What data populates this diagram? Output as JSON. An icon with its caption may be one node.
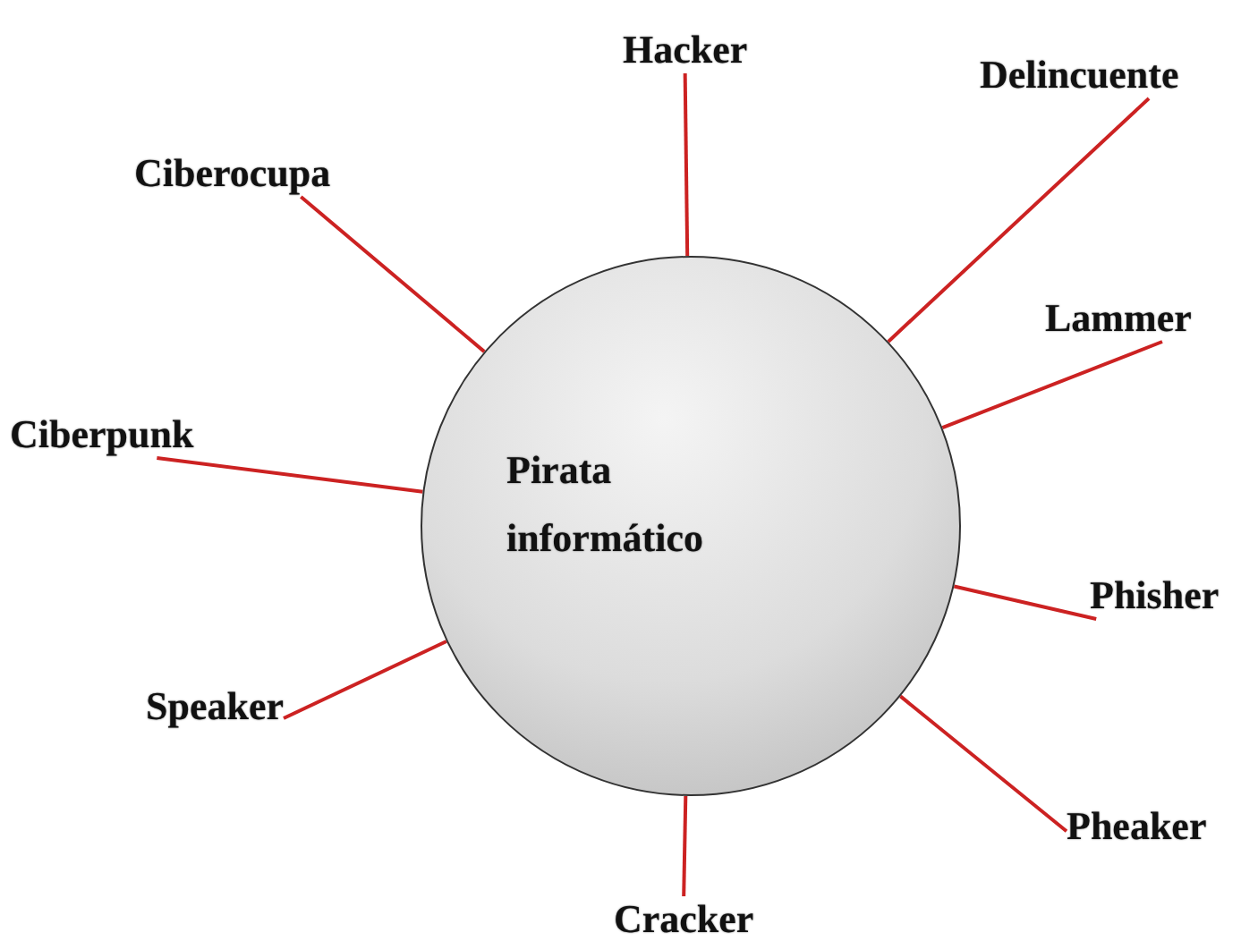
{
  "diagram": {
    "nodes": [
      {
        "text": [
          "Pirata informático"
        ]
      },
      {
        "text": [
          "Hacker"
        ]
      },
      {
        "text": [
          "Delincuente"
        ]
      },
      {
        "text": [
          "Ciberocupa"
        ]
      },
      {
        "text": [
          "Lammer"
        ]
      },
      {
        "text": [
          "Ciberpunk"
        ]
      },
      {
        "text": [
          "Phisher"
        ]
      },
      {
        "text": [
          "Speaker"
        ]
      },
      {
        "text": [
          "Pheaker"
        ]
      },
      {
        "text": [
          "Cracker"
        ]
      }
    ],
    "edges": [
      {
        "from": 0,
        "to": 1,
        "arrow": "none"
      },
      {
        "from": 0,
        "to": 2,
        "arrow": "none"
      },
      {
        "from": 0,
        "to": 3,
        "arrow": "none"
      },
      {
        "from": 0,
        "to": 4,
        "arrow": "none"
      },
      {
        "from": 0,
        "to": 5,
        "arrow": "none"
      },
      {
        "from": 0,
        "to": 6,
        "arrow": "none"
      },
      {
        "from": 0,
        "to": 7,
        "arrow": "none"
      },
      {
        "from": 0,
        "to": 8,
        "arrow": "none"
      },
      {
        "from": 0,
        "to": 9,
        "arrow": "none"
      }
    ]
  }
}
